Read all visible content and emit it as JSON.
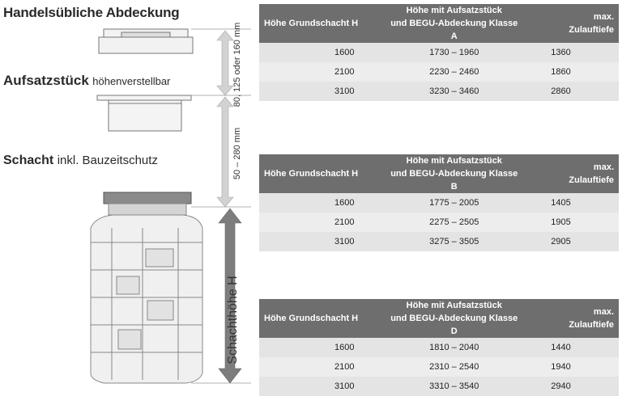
{
  "labels": {
    "cover": "Handelsübliche Abdeckung",
    "riser_main": "Aufsatzstück",
    "riser_sub": "höhenverstellbar",
    "shaft_main": "Schacht",
    "shaft_sub": "inkl. Bauzeitschutz"
  },
  "dimensions": {
    "cover_height": "80, 125 oder 160 mm",
    "riser_height": "50 – 280 mm",
    "shaft_height": "Schachthöhe H"
  },
  "tables": [
    {
      "header": [
        "Höhe Grundschacht H",
        "Höhe mit Aufsatzstück",
        "und BEGU-Abdeckung Klasse A",
        "max.",
        "Zulauftiefe"
      ],
      "rows": [
        [
          "1600",
          "1730 – 1960",
          "1360"
        ],
        [
          "2100",
          "2230 – 2460",
          "1860"
        ],
        [
          "3100",
          "3230 – 3460",
          "2860"
        ]
      ]
    },
    {
      "header": [
        "Höhe Grundschacht H",
        "Höhe mit Aufsatzstück",
        "und BEGU-Abdeckung Klasse B",
        "max.",
        "Zulauftiefe"
      ],
      "rows": [
        [
          "1600",
          "1775 – 2005",
          "1405"
        ],
        [
          "2100",
          "2275 – 2505",
          "1905"
        ],
        [
          "3100",
          "3275 – 3505",
          "2905"
        ]
      ]
    },
    {
      "header": [
        "Höhe Grundschacht H",
        "Höhe mit Aufsatzstück",
        "und BEGU-Abdeckung Klasse D",
        "max.",
        "Zulauftiefe"
      ],
      "rows": [
        [
          "1600",
          "1810 – 2040",
          "1440"
        ],
        [
          "2100",
          "2310 – 2540",
          "1940"
        ],
        [
          "3100",
          "3310 – 3540",
          "2940"
        ]
      ]
    }
  ]
}
